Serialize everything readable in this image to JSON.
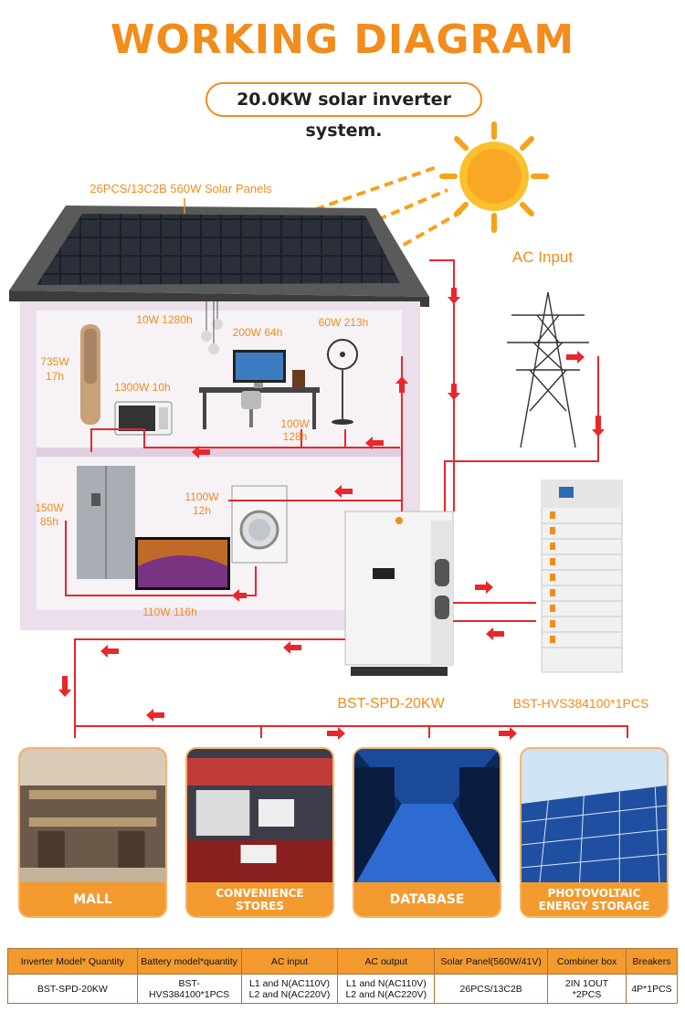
{
  "title": "WORKING DIAGRAM",
  "subtitle": "20.0KW solar inverter system.",
  "labels": {
    "solar_panels": "26PCS/13C2B 560W Solar Panels",
    "ac_input": "AC Input",
    "inverter": "BST-SPD-20KW",
    "battery": "BST-HVS384100*1PCS"
  },
  "loads": {
    "light": "10W 1280h",
    "computer": "200W 64h",
    "fan": "60W 213h",
    "tower_fan_w": "735W",
    "tower_fan_h": "17h",
    "microwave": "1300W 10h",
    "speaker_w": "100W",
    "speaker_h": "128h",
    "washer_w": "1100W",
    "washer_h": "12h",
    "fridge_w": "150W",
    "fridge_h": "85h",
    "tv": "110W 116h"
  },
  "applications": [
    {
      "label": "MALL",
      "icon": "mall-photo"
    },
    {
      "label": "CONVENIENCE STORES",
      "icon": "store-photo"
    },
    {
      "label": "DATABASE",
      "icon": "server-room-photo"
    },
    {
      "label": "PHOTOVOLTAIC ENERGY STORAGE",
      "icon": "solar-farm-photo"
    }
  ],
  "spec_table": {
    "headers": [
      "Inverter Model* Quantity",
      "Battery model*quantity",
      "AC input",
      "AC output",
      "Solar Panel(560W/41V)",
      "Combiner box",
      "Breakers"
    ],
    "row": {
      "inverter": "BST-SPD-20KW",
      "battery": "BST-HVS384100*1PCS",
      "ac_input_1": "L1 and N(AC110V)",
      "ac_input_2": "L2 and N(AC220V)",
      "ac_output_1": "L1 and N(AC110V)",
      "ac_output_2": "L2 and N(AC220V)",
      "solar_panel": "26PCS/13C2B",
      "combiner": "2IN 1OUT *2PCS",
      "breakers": "4P*1PCS"
    }
  },
  "colors": {
    "accent": "#f28c1c",
    "wire": "#e8262b",
    "house": "#efe8f1"
  }
}
